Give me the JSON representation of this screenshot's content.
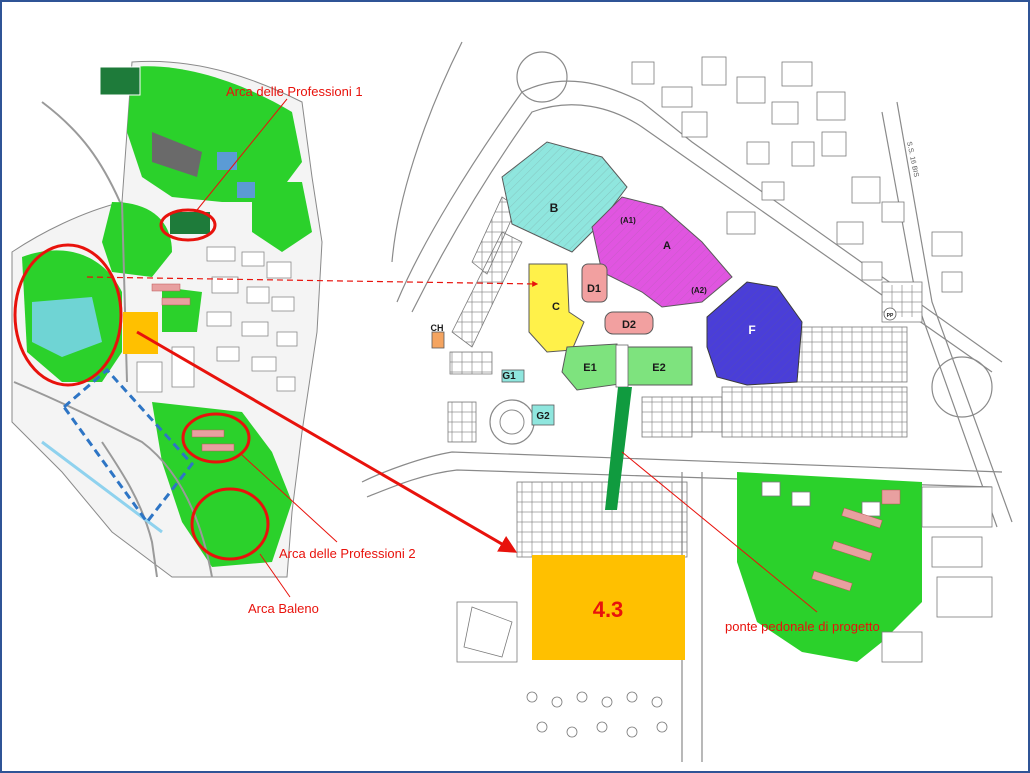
{
  "labels": {
    "arca_professioni_1": "Arca delle Professioni 1",
    "arca_professioni_2": "Arca delle Professioni 2",
    "arca_baleno": "Arca Baleno",
    "ponte": "ponte pedonale di progetto",
    "lot": "4.3"
  },
  "buildings": {
    "b": "B",
    "a": "A",
    "a1": "(A1)",
    "a2": "(A2)",
    "c": "C",
    "d1": "D1",
    "d2": "D2",
    "f": "F",
    "e1": "E1",
    "e2": "E2",
    "g1": "G1",
    "g2": "G2",
    "ch": "CH",
    "pp": "PP"
  },
  "road_label": "S.S. 16 BIS",
  "colors": {
    "annotation_red": "#e8120c",
    "lot_orange": "#ffc000",
    "bridge_green": "#109b3f",
    "park_green": "#2bd12b",
    "building_cyan": "#8fe6de",
    "building_magenta": "#e055e0",
    "building_yellow": "#fff14a",
    "building_red": "#f2a0a0",
    "building_blue": "#4a3ed8",
    "building_green": "#7ee37e",
    "dashed_blue": "#2e75c5",
    "frame_blue": "#2f5496"
  }
}
